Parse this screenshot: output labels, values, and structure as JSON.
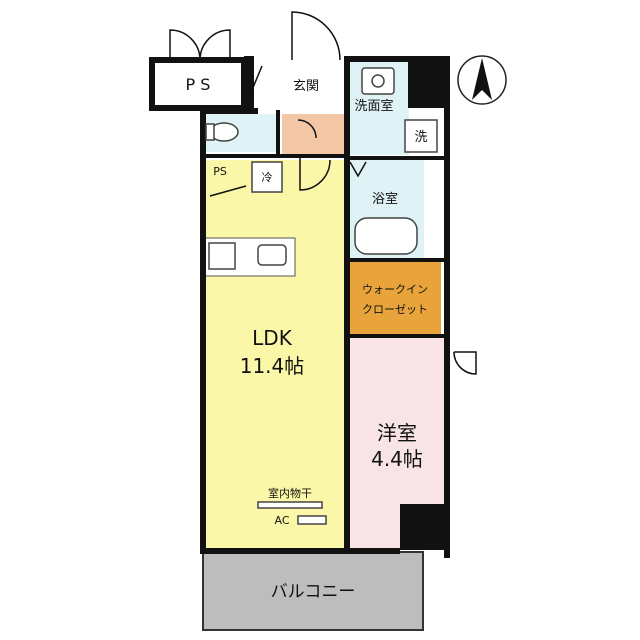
{
  "plan": {
    "ps_top": "P S",
    "genkan": "玄関",
    "senmenjo": "洗面室",
    "wash_mark": "洗",
    "ps_small": "PS",
    "reizo_mark": "冷",
    "yokushitsu": "浴室",
    "walk_in_1": "ウォークイン",
    "walk_in_2": "クローゼット",
    "ldk_name": "LDK",
    "ldk_size": "11.4帖",
    "youshitsu_name": "洋室",
    "youshitsu_size": "4.4帖",
    "drying": "室内物干",
    "ac": "AC",
    "balcony": "バルコニー"
  },
  "colors": {
    "ldk": "#fbf7a8",
    "wet": "#dff3f6",
    "entrance": "#f3c6a6",
    "closet": "#e8a43a",
    "bedroom": "#f8e4e6",
    "balcony": "#bdbdbd",
    "wall": "#111111"
  }
}
